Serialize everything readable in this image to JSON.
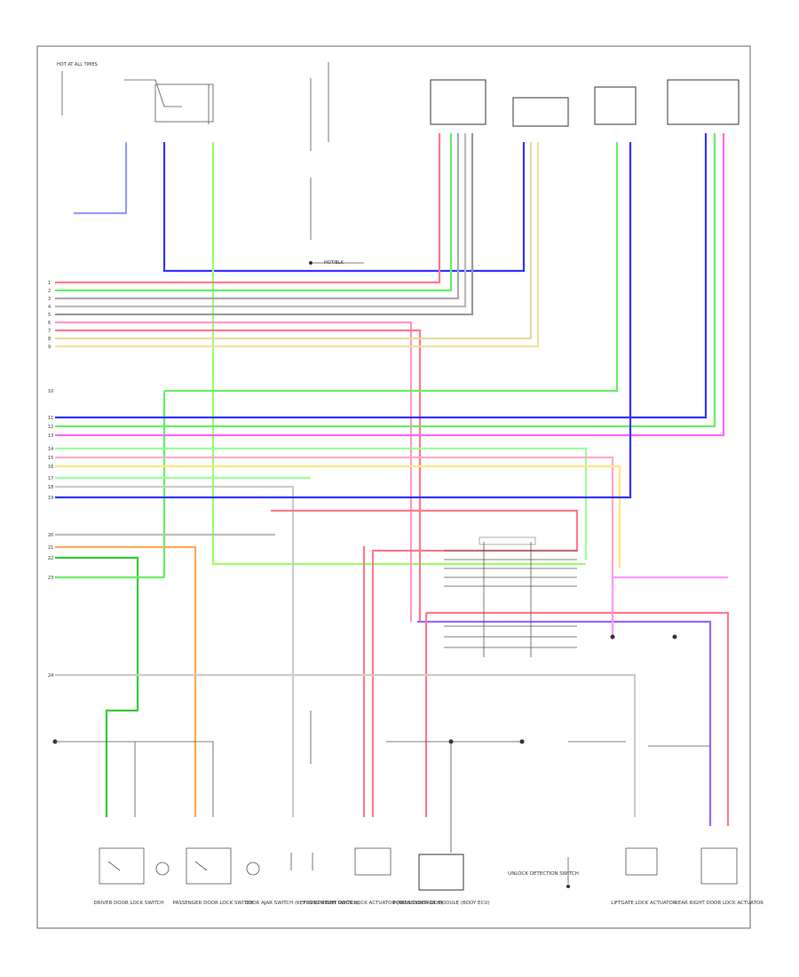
{
  "diagram": {
    "footer_code": "",
    "top_left_label": "HOT AT ALL TIMES",
    "splice_label": "HOT/BLK",
    "pin_numbers": [
      "1",
      "2",
      "3",
      "4",
      "5",
      "6",
      "7",
      "8",
      "9",
      "10",
      "11",
      "12",
      "13",
      "14",
      "15",
      "16",
      "17",
      "18",
      "19",
      "20",
      "21",
      "22",
      "23",
      "24"
    ],
    "component_captions": [
      "DRIVER DOOR LOCK SWITCH",
      "PASSENGER DOOR LOCK SWITCH",
      "DOOR AJAR SWITCH (KEY IN IGNITION SWITCH)",
      "FRONT RIGHT DOOR LOCK ACTUATOR (PASSENGER SIDE)",
      "POWER CONTROL MODULE (BODY ECU)",
      "UNLOCK DETECTION SWITCH",
      "LIFTGATE LOCK ACTUATOR",
      "REAR RIGHT DOOR LOCK ACTUATOR"
    ]
  },
  "colors": {
    "red": "#ff7a8c",
    "pink": "#ff66ff",
    "green": "#66ee66",
    "lightgreen": "#99ff99",
    "blue": "#3333ff",
    "violet": "#9966ff",
    "orange": "#ffaa55",
    "yellow": "#ffe680",
    "tan": "#e8d9a0",
    "gray": "#aaaaaa",
    "black": "#222222",
    "darkgreen": "#33cc33",
    "lightgray": "#cccccc"
  }
}
